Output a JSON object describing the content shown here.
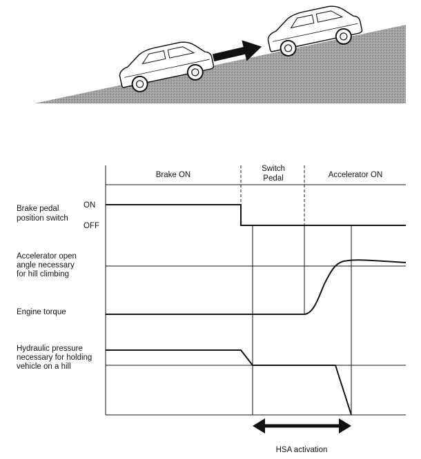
{
  "phases": {
    "brake_on": "Brake ON",
    "switch_pedal_line1": "Switch",
    "switch_pedal_line2": "Pedal",
    "accelerator_on": "Accelerator ON"
  },
  "signals": {
    "brake_switch": {
      "line1": "Brake pedal",
      "line2": "position switch",
      "state_on": "ON",
      "state_off": "OFF"
    },
    "accelerator_angle": {
      "line1": "Accelerator open",
      "line2": "angle necessary",
      "line3": "for hill climbing"
    },
    "engine_torque": {
      "line1": "Engine torque"
    },
    "hydraulic_pressure": {
      "line1": "Hydraulic pressure",
      "line2": "necessary for holding",
      "line3": "vehicle on a hill"
    }
  },
  "hsa": {
    "label": "HSA activation"
  },
  "colors": {
    "ink": "#111111",
    "slope_fill": "#9a9a9a",
    "car_fill": "#ffffff"
  },
  "icons": {
    "car_lower": "car-icon",
    "car_upper": "car-icon",
    "direction": "arrow-right-icon"
  }
}
